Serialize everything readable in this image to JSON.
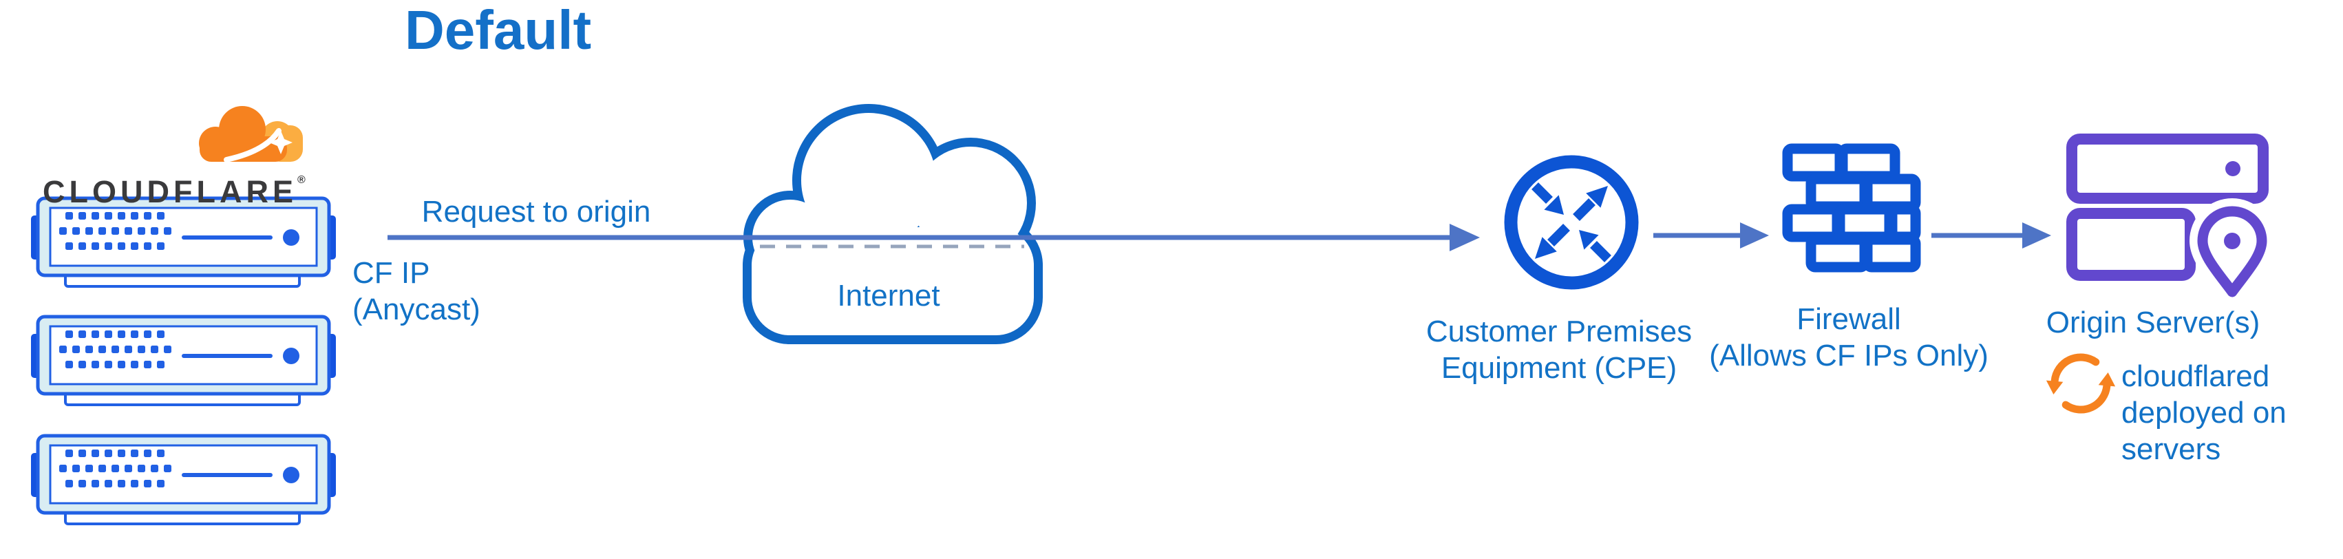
{
  "title": "Default",
  "brand": {
    "wordmark": "CLOUDFLARE",
    "registered_mark": "®"
  },
  "labels": {
    "request_to_origin": "Request to origin",
    "cf_ip_line1": "CF IP",
    "cf_ip_line2": "(Anycast)",
    "internet": "Internet",
    "cpe_line1": "Customer Premises",
    "cpe_line2": "Equipment (CPE)",
    "firewall_line1": "Firewall",
    "firewall_line2": "(Allows CF IPs Only)",
    "origin_servers": "Origin Server(s)",
    "cloudflared_line1": "cloudflared",
    "cloudflared_line2": "deployed on",
    "cloudflared_line3": "servers"
  },
  "icons": [
    "cloudflare-logo-icon",
    "edge-server-icon",
    "internet-cloud-icon",
    "cpe-router-icon",
    "firewall-brick-icon",
    "origin-server-icon",
    "location-pin-icon",
    "sync-arrows-icon",
    "flow-arrow-icon"
  ],
  "colors": {
    "icon_blue": "#0d55d4",
    "server_outline_blue": "#2160e4",
    "server_tab_blue": "#1453e0",
    "server_body_fill": "#d9edf3",
    "cloud_outline_blue": "#0f67c5",
    "arrow_slate_blue": "#4e74c6",
    "text_blue": "#1272c6",
    "title_blue": "#1470c8",
    "origin_purple": "#6248ce",
    "cloudflare_orange": "#f6821f",
    "cloudflare_orange_light": "#fbad41",
    "wordmark_dark": "#3a3a3c",
    "dash_artifact_gray": "#7487a6",
    "background": "#ffffff"
  }
}
